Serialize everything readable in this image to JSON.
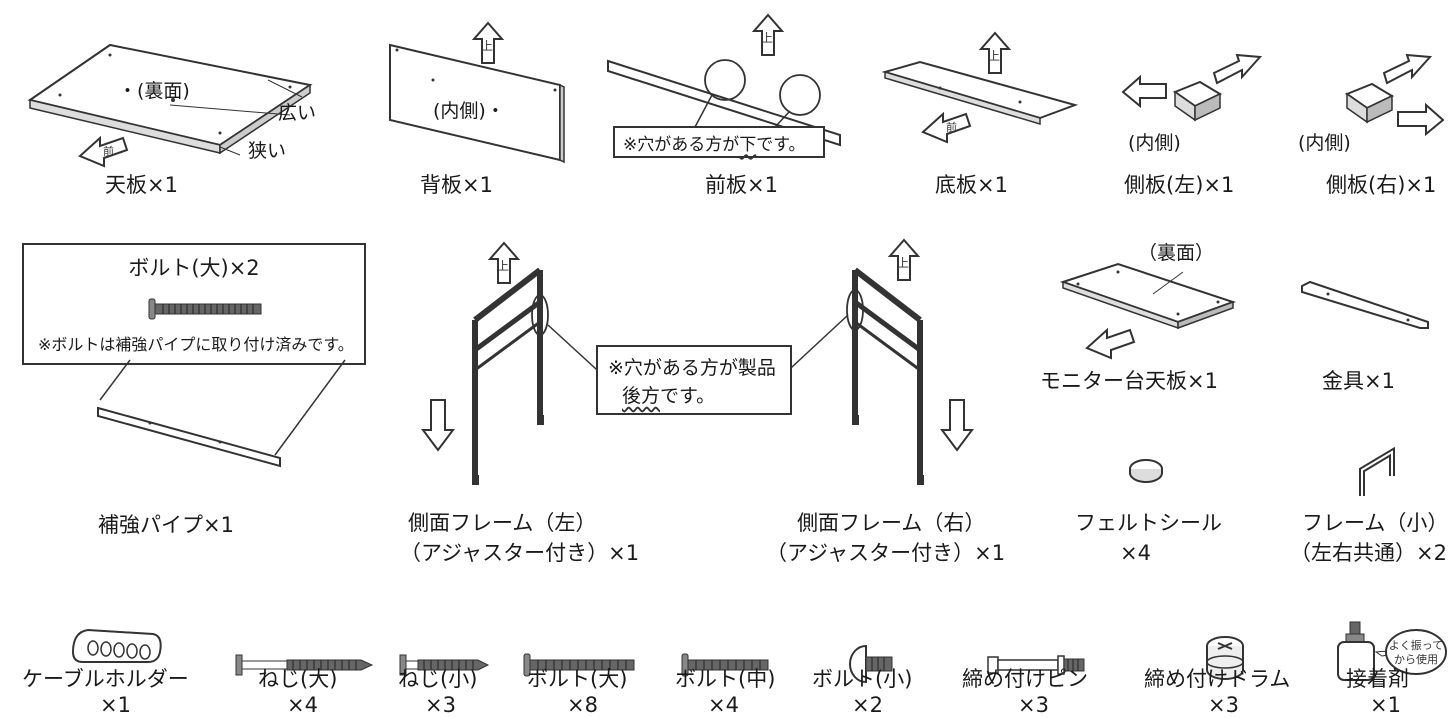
{
  "colors": {
    "line": "#333333",
    "fill": "#ffffff",
    "metal": "#555555"
  },
  "icons": {
    "up_arrow": "up-arrow-icon",
    "front_arrow": "front-arrow-icon"
  },
  "arrows": {
    "up": "上",
    "front": "前"
  },
  "top_row": {
    "tenban": {
      "label": "天板×1",
      "note": "・(裏面)",
      "wide": "広い",
      "narrow": "狭い"
    },
    "seiban": {
      "label": "背板×1",
      "note": "(内側)・"
    },
    "maeita": {
      "label": "前板×1",
      "note_pre": "※穴がある方が",
      "note_em": "下",
      "note_post": "です。"
    },
    "teiban": {
      "label": "底板×1"
    },
    "sokuban_l": {
      "label": "側板(左)×1",
      "note": "(内側)"
    },
    "sokuban_r": {
      "label": "側板(右)×1",
      "note": "(内側)"
    }
  },
  "middle_row": {
    "bolt_callout": {
      "title": "ボルト(大)×2",
      "note": "※ボルトは補強パイプに取り付け済みです。"
    },
    "pipe": {
      "label": "補強パイプ×1"
    },
    "frame_l": {
      "line1": "側面フレーム（左）",
      "line2": "（アジャスター付き）×1"
    },
    "frame_r": {
      "line1": "側面フレーム（右）",
      "line2": "（アジャスター付き）×1"
    },
    "frame_note": {
      "line1": "※穴がある方が製品",
      "line2_em": "後方",
      "line2_post": "です。"
    },
    "monitor": {
      "label": "モニター台天板×1",
      "note": "（裏面）"
    },
    "bracket": {
      "label": "金具×1"
    },
    "felt": {
      "line1": "フェルトシール",
      "line2": "×4"
    },
    "frame_small": {
      "line1": "フレーム（小）",
      "line2": "（左右共通）×2"
    }
  },
  "bottom_row": [
    {
      "name": "ケーブルホルダー",
      "qty": "×1"
    },
    {
      "name": "ねじ(大)",
      "qty": "×4"
    },
    {
      "name": "ねじ(小)",
      "qty": "×3"
    },
    {
      "name": "ボルト(大)",
      "qty": "×8"
    },
    {
      "name": "ボルト(中)",
      "qty": "×4"
    },
    {
      "name": "ボルト(小)",
      "qty": "×2"
    },
    {
      "name": "締め付けピン",
      "qty": "×3"
    },
    {
      "name": "締め付けドラム",
      "qty": "×3"
    },
    {
      "name": "接着剤",
      "qty": "×1",
      "bottle_label_1": "よく振って",
      "bottle_label_2": "から使用"
    }
  ]
}
